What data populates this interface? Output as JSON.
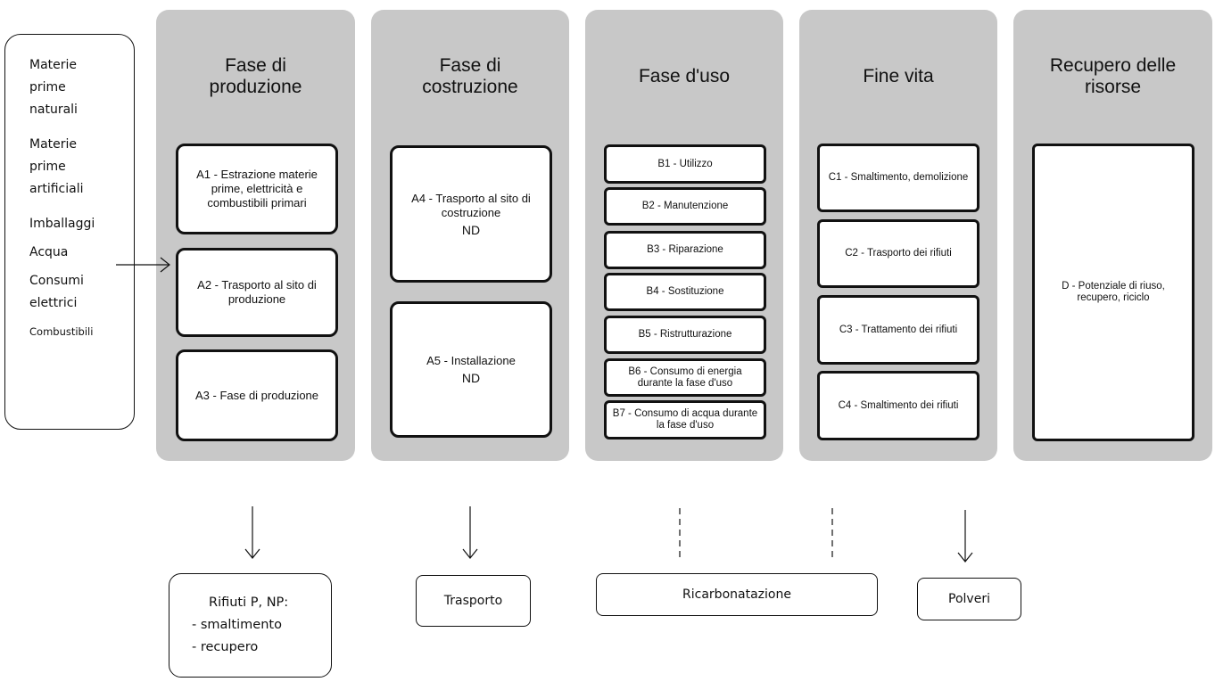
{
  "inputs": [
    "Materie\nprime\nnaturali",
    "Materie\nprime\nartificiali",
    "Imballaggi",
    "Acqua",
    "Consumi\nelettrici",
    "Combustibili"
  ],
  "phases": {
    "produzione": {
      "title": "Fase di\nproduzione",
      "a1": "A1 - Estrazione materie prime, elettricità e combustibili primari",
      "a2": "A2 - Trasporto al sito di produzione",
      "a3": "A3 - Fase di produzione"
    },
    "costruzione": {
      "title": "Fase di\ncostruzione",
      "a4": "A4 - Trasporto al sito di costruzione",
      "a4_nd": "ND",
      "a5": "A5 - Installazione",
      "a5_nd": "ND"
    },
    "uso": {
      "title": "Fase d'uso",
      "b1": "B1 - Utilizzo",
      "b2": "B2 - Manutenzione",
      "b3": "B3 - Riparazione",
      "b4": "B4 - Sostituzione",
      "b5": "B5 - Ristrutturazione",
      "b6": "B6 - Consumo di energia durante la fase d'uso",
      "b7": "B7 - Consumo di acqua durante la fase d'uso"
    },
    "fine_vita": {
      "title": "Fine vita",
      "c1": "C1 - Smaltimento, demolizione",
      "c2": "C2 - Trasporto dei rifiuti",
      "c3": "C3 - Trattamento dei rifiuti",
      "c4": "C4 - Smaltimento dei rifiuti"
    },
    "recupero": {
      "title": "Recupero delle\nrisorse",
      "d": "D - Potenziale di riuso, recupero, riciclo"
    }
  },
  "outputs": {
    "rifiuti_title": "Rifiuti P, NP:",
    "rifiuti_items": [
      "- smaltimento",
      "- recupero"
    ],
    "trasporto": "Trasporto",
    "ricarbonatazione": "Ricarbonatazione",
    "polveri": "Polveri"
  }
}
